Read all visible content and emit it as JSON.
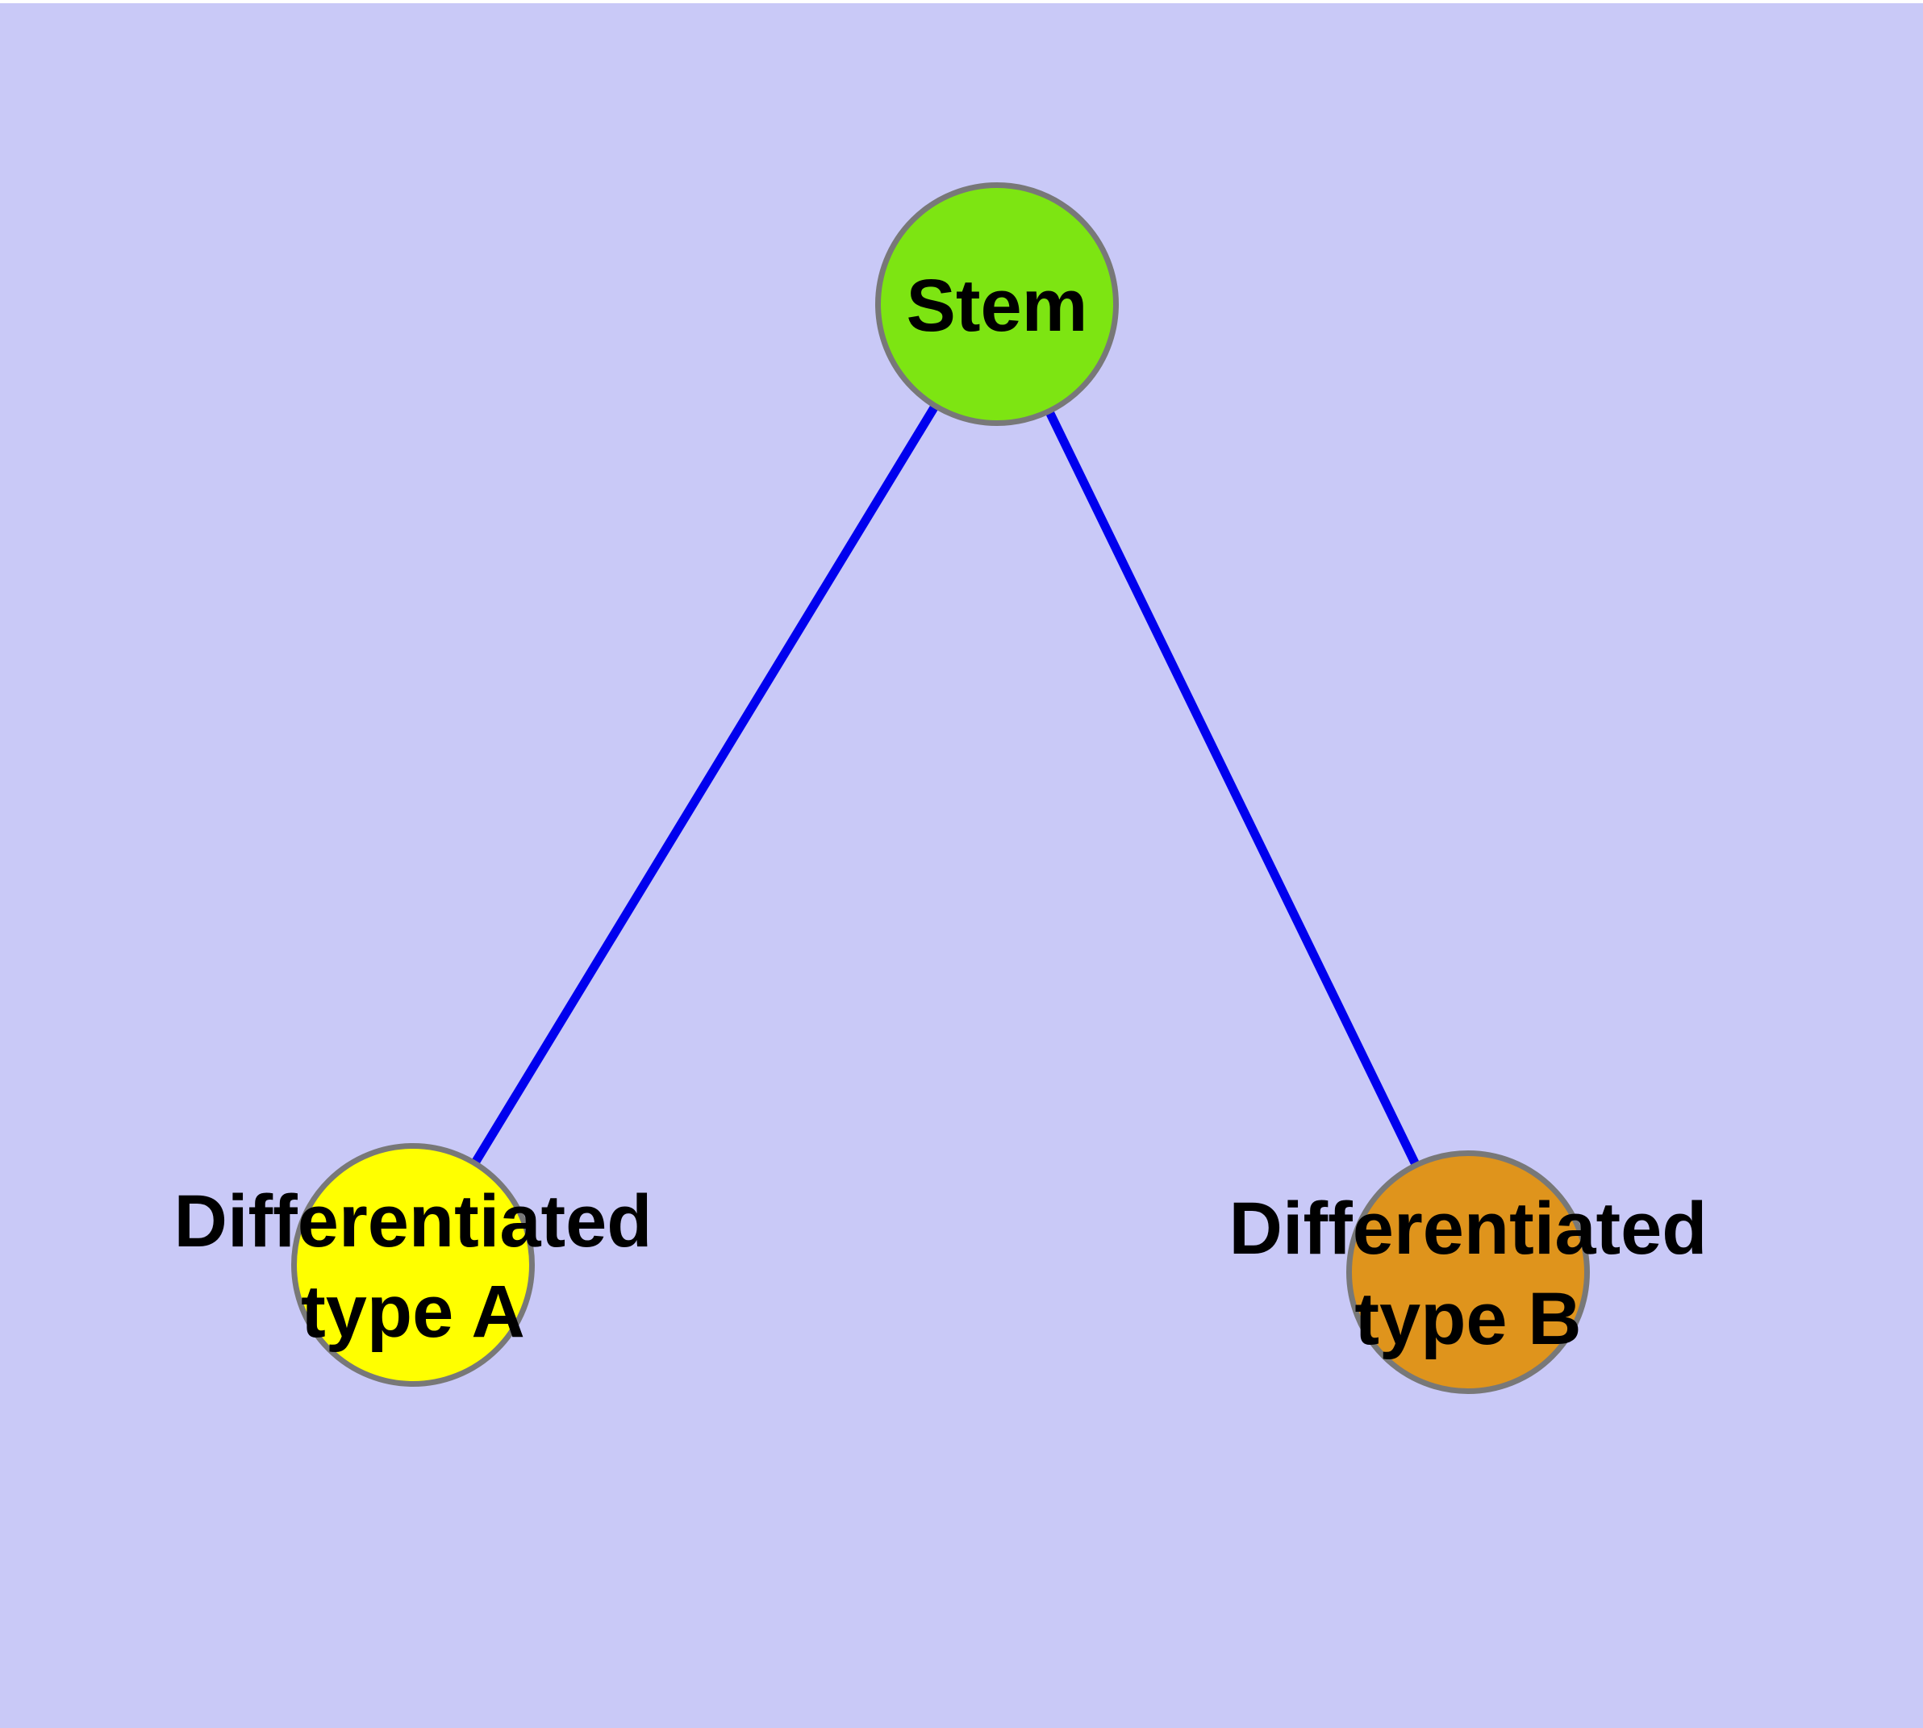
{
  "diagram": {
    "background_color": "#c9c9f7",
    "edge_color": "#0000ee",
    "node_border_color": "#787878",
    "text_color": "#000000"
  },
  "nodes": [
    {
      "id": "stem",
      "label_lines": [
        "Stem"
      ],
      "color": "#7de512"
    },
    {
      "id": "type-a",
      "label_lines": [
        "Differentiated",
        "type A"
      ],
      "color": "#ffff00"
    },
    {
      "id": "type-b",
      "label_lines": [
        "Differentiated",
        "type B"
      ],
      "color": "#df941c"
    }
  ],
  "edges": [
    {
      "from": "stem",
      "to": "type-a"
    },
    {
      "from": "stem",
      "to": "type-b"
    }
  ]
}
